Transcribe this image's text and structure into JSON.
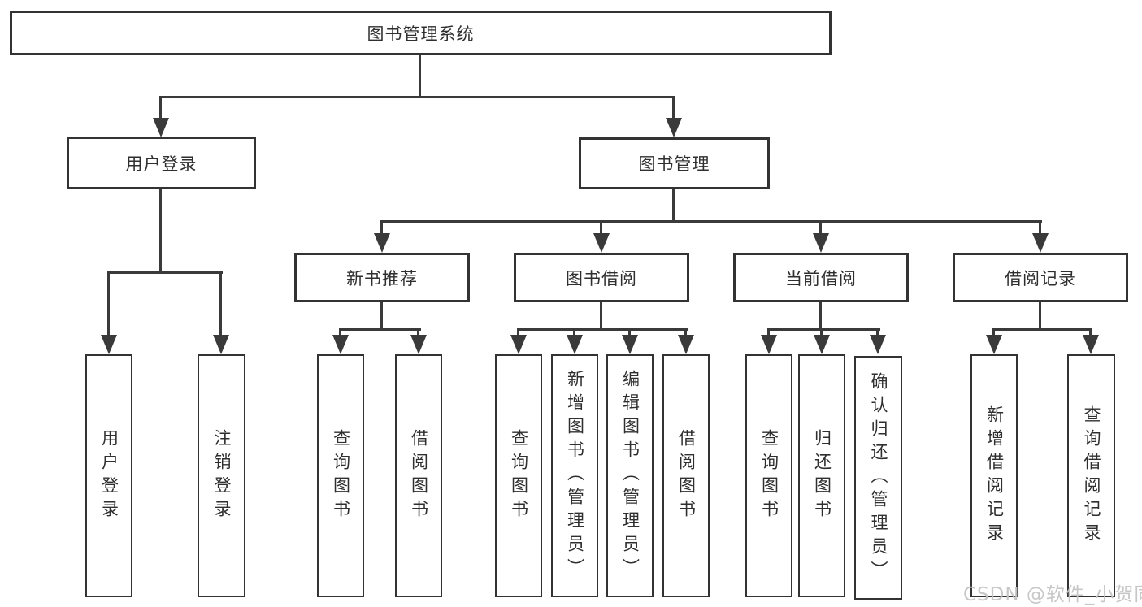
{
  "diagram": {
    "type": "hierarchy-flowchart",
    "nodes": {
      "root": "图书管理系统",
      "user_login": "用户登录",
      "book_mgmt": "图书管理",
      "new_book": "新书推荐",
      "book_borrow": "图书借阅",
      "current_borrow": "当前借阅",
      "borrow_record": "借阅记录",
      "leaf_user_login": "用户登录",
      "leaf_logout": "注销登录",
      "leaf_query_book_nb": "查询图书",
      "leaf_borrow_book_nb": "借阅图书",
      "leaf_query_book_bb": "查询图书",
      "leaf_add_book": "新增图书（管理员）",
      "leaf_edit_book": "编辑图书（管理员）",
      "leaf_borrow_book_bb": "借阅图书",
      "leaf_query_book_cb": "查询图书",
      "leaf_return_book": "归还图书",
      "leaf_confirm_return": "确认归还（管理员）",
      "leaf_add_record": "新增借阅记录",
      "leaf_query_record": "查询借阅记录"
    },
    "edges": [
      [
        "图书管理系统",
        "用户登录"
      ],
      [
        "图书管理系统",
        "图书管理"
      ],
      [
        "用户登录",
        "用户登录(叶)"
      ],
      [
        "用户登录",
        "注销登录"
      ],
      [
        "图书管理",
        "新书推荐"
      ],
      [
        "图书管理",
        "图书借阅"
      ],
      [
        "图书管理",
        "当前借阅"
      ],
      [
        "图书管理",
        "借阅记录"
      ],
      [
        "新书推荐",
        "查询图书"
      ],
      [
        "新书推荐",
        "借阅图书"
      ],
      [
        "图书借阅",
        "查询图书"
      ],
      [
        "图书借阅",
        "新增图书（管理员）"
      ],
      [
        "图书借阅",
        "编辑图书（管理员）"
      ],
      [
        "图书借阅",
        "借阅图书"
      ],
      [
        "当前借阅",
        "查询图书"
      ],
      [
        "当前借阅",
        "归还图书"
      ],
      [
        "当前借阅",
        "确认归还（管理员）"
      ],
      [
        "借阅记录",
        "新增借阅记录"
      ],
      [
        "借阅记录",
        "查询借阅记录"
      ]
    ],
    "colors": {
      "line": "#3a3a3a",
      "box_border": "#333333",
      "text": "#2f2f2f",
      "background": "#ffffff",
      "watermark_text_color": "#c4c4c4"
    },
    "watermark": "CSDN @软件_小贺同学"
  }
}
